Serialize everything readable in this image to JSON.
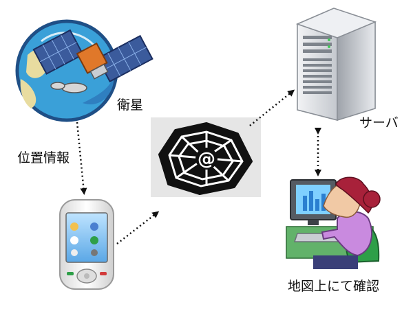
{
  "labels": {
    "satellite": "衛星",
    "location_info": "位置情報",
    "server": "サーバ",
    "confirm_on_map": "地図上にて確認"
  },
  "colors": {
    "globe_blue": "#3aa0d8",
    "globe_dark": "#1f4f86",
    "land": "#e8dca0",
    "solar_panel": "#3b5b9c",
    "satellite_body": "#e0782a",
    "web_bg": "#e6e6e6",
    "server_gray": "#c9cdd3",
    "person_shirt": "#c98adf",
    "chair": "#2e9f48",
    "arrow": "#111111"
  },
  "icons": [
    "satellite-icon",
    "globe-icon",
    "smartphone-icon",
    "web-at-icon",
    "server-icon",
    "person-at-computer-icon"
  ]
}
